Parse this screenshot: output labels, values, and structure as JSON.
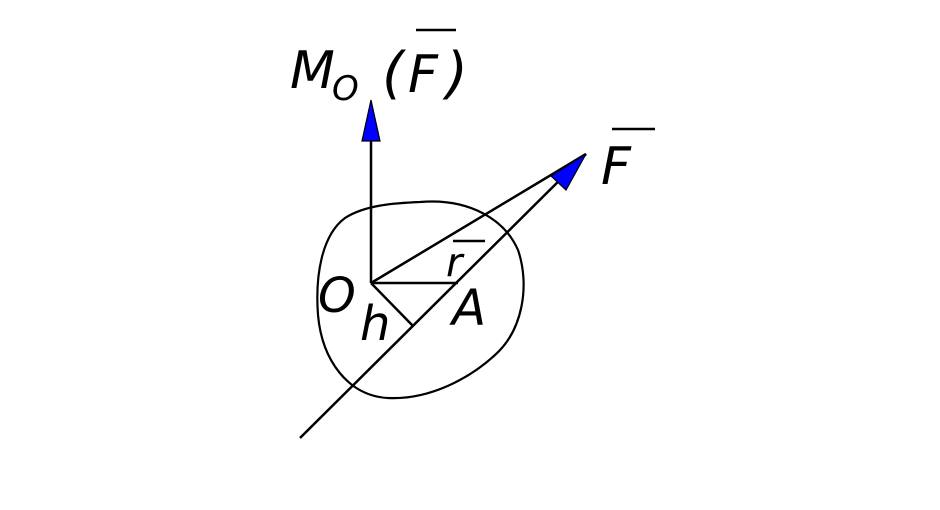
{
  "labels": {
    "moment_letter": "M",
    "moment_subscript": "O",
    "moment_open_paren": "(",
    "moment_force_symbol": "F",
    "moment_close_paren": ")",
    "force_symbol": "F",
    "radius_symbol": "r",
    "origin_symbol": "O",
    "arm_symbol": "h",
    "point_symbol": "A"
  },
  "colors": {
    "line": "#000000",
    "arrowhead": "#0000ff"
  }
}
